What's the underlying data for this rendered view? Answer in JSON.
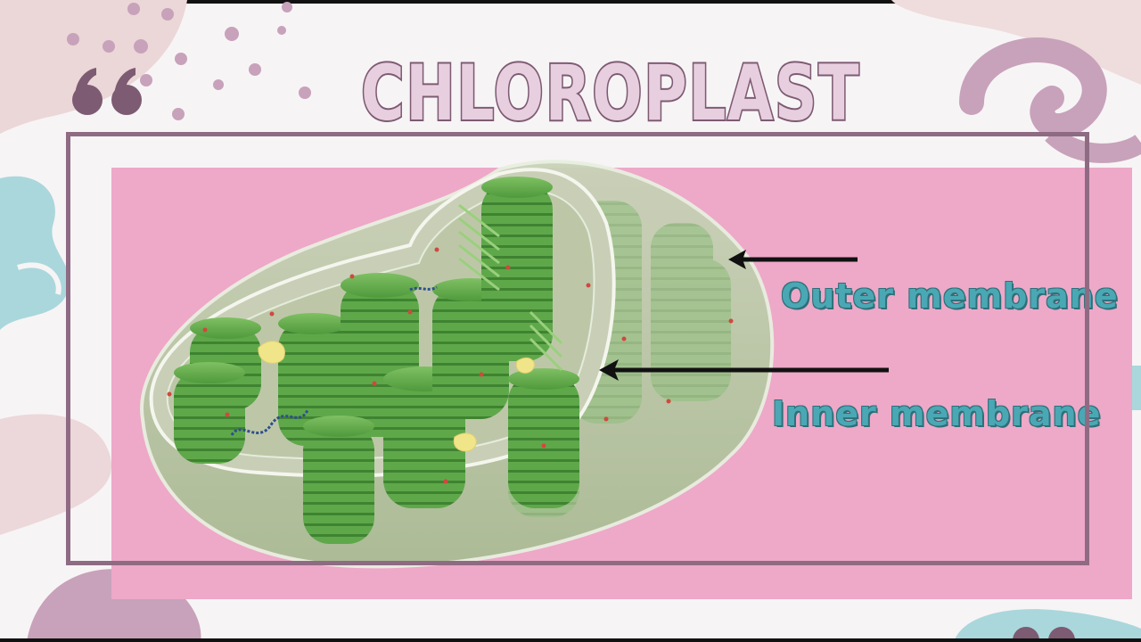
{
  "title": "CHLOROPLAST",
  "labels": {
    "outer_membrane": "Outer membrane",
    "inner_membrane": "Inner membrane"
  },
  "colors": {
    "panel_pink": "#eea8c8",
    "frame_mauve": "#8e6b83",
    "title_fill": "#d9b8cf",
    "label_teal": "#4aa8b4",
    "grana_green": "#5fa44a"
  },
  "icons": {
    "quote": "opening-quote-icon",
    "arrow": "arrow-left-icon"
  }
}
